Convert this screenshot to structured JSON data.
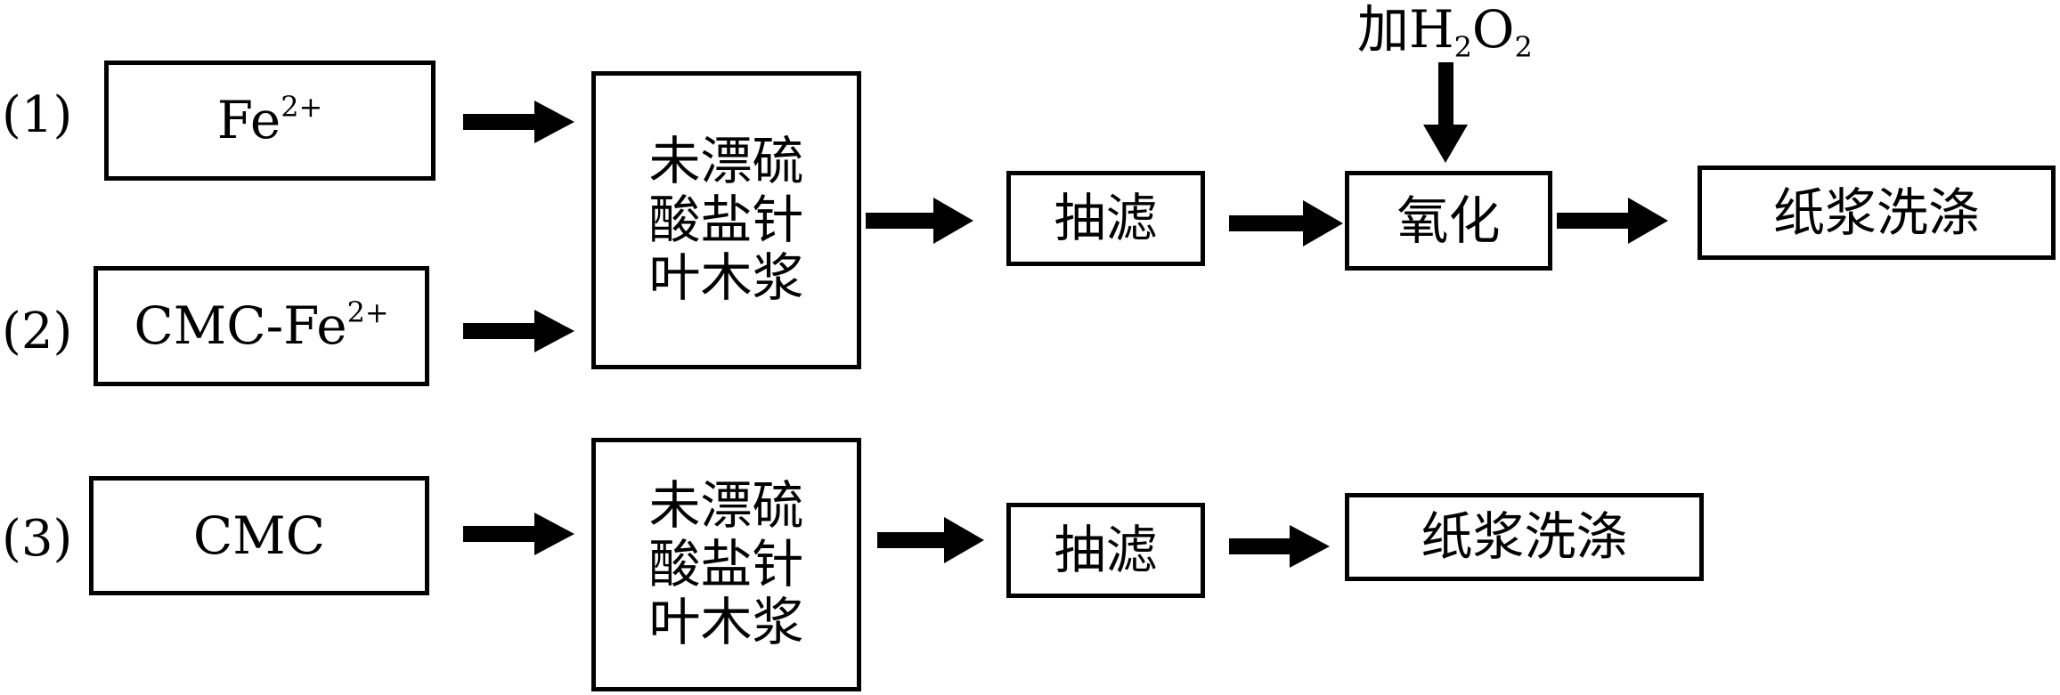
{
  "rows": {
    "r1": {
      "number": "(1)",
      "reagent_base": "Fe",
      "reagent_sup": "2+"
    },
    "r2": {
      "number": "(2)",
      "reagent_base": "CMC-Fe",
      "reagent_sup": "2+"
    },
    "r3": {
      "number": "(3)",
      "reagent": "CMC"
    }
  },
  "pulp_top": [
    "未漂硫",
    "酸盐针",
    "叶木浆"
  ],
  "pulp_bottom": [
    "未漂硫",
    "酸盐针",
    "叶木浆"
  ],
  "filter_top": "抽滤",
  "filter_bottom": "抽滤",
  "oxidize": "氧化",
  "wash_top": "纸浆洗涤",
  "wash_bottom": "纸浆洗涤",
  "h2o2": {
    "prefix": "加",
    "h": "H",
    "sub1": "2",
    "o": "O",
    "sub2": "2"
  }
}
